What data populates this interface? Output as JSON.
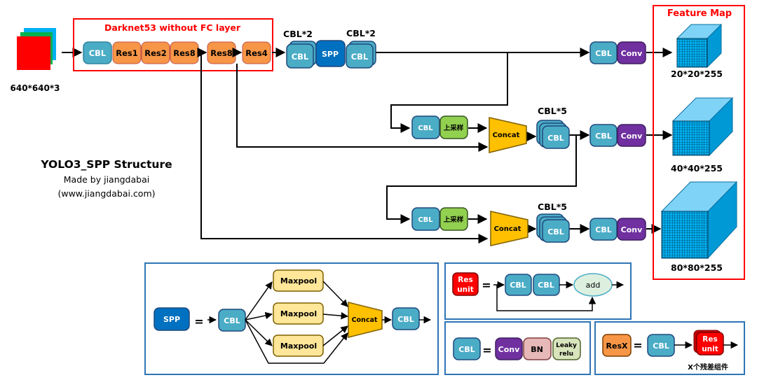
{
  "input_label": "640*640*3",
  "backbone_title": "Darknet53 without FC layer",
  "backbone": [
    "CBL",
    "Res1",
    "Res2",
    "Res8",
    "Res8",
    "Res4"
  ],
  "spp_block": {
    "left_title": "CBL*2",
    "right_title": "CBL*2",
    "cbl": "CBL",
    "spp": "SPP"
  },
  "title": {
    "heading": "YOLO3_SPP Structure",
    "author": "Made by jiangdabai",
    "site": "(www.jiangdabai.com)"
  },
  "feature_map": {
    "title": "Feature Map",
    "outputs": [
      "20*20*255",
      "40*40*255",
      "80*80*255"
    ]
  },
  "heads": {
    "cbl": "CBL",
    "conv": "Conv",
    "upsample": "上采样",
    "concat": "Concat",
    "cbl5": "CBL*5"
  },
  "legend_spp": {
    "spp": "SPP",
    "eq": "=",
    "cbl": "CBL",
    "maxpool": "Maxpool",
    "concat": "Concat"
  },
  "legend_res": {
    "res_top": "Res",
    "res_bottom": "unit",
    "eq": "=",
    "cbl": "CBL",
    "add": "add"
  },
  "legend_cbl": {
    "cbl": "CBL",
    "eq": "=",
    "conv": "Conv",
    "bn": "BN",
    "leaky_top": "Leaky",
    "leaky_bottom": "relu"
  },
  "legend_resx": {
    "resx": "ResX",
    "eq": "=",
    "cbl": "CBL",
    "res_top": "Res",
    "res_bottom": "unit",
    "caption": "X个残差组件"
  },
  "colors": {
    "cbl": "#4bacc6",
    "res": "#f79646",
    "spp": "#0070c0",
    "conv": "#7030a0",
    "upsample": "#92d050",
    "concat": "#ffc000",
    "maxpool": "#ffe699",
    "bn": "#e6b8b7",
    "leaky": "#d8e4bc",
    "add": "#ddf0e0",
    "res_unit": "#ff0000",
    "cube": "#00b0f0",
    "frame_red": "#ff0000",
    "frame_blue": "#2e75b6"
  }
}
